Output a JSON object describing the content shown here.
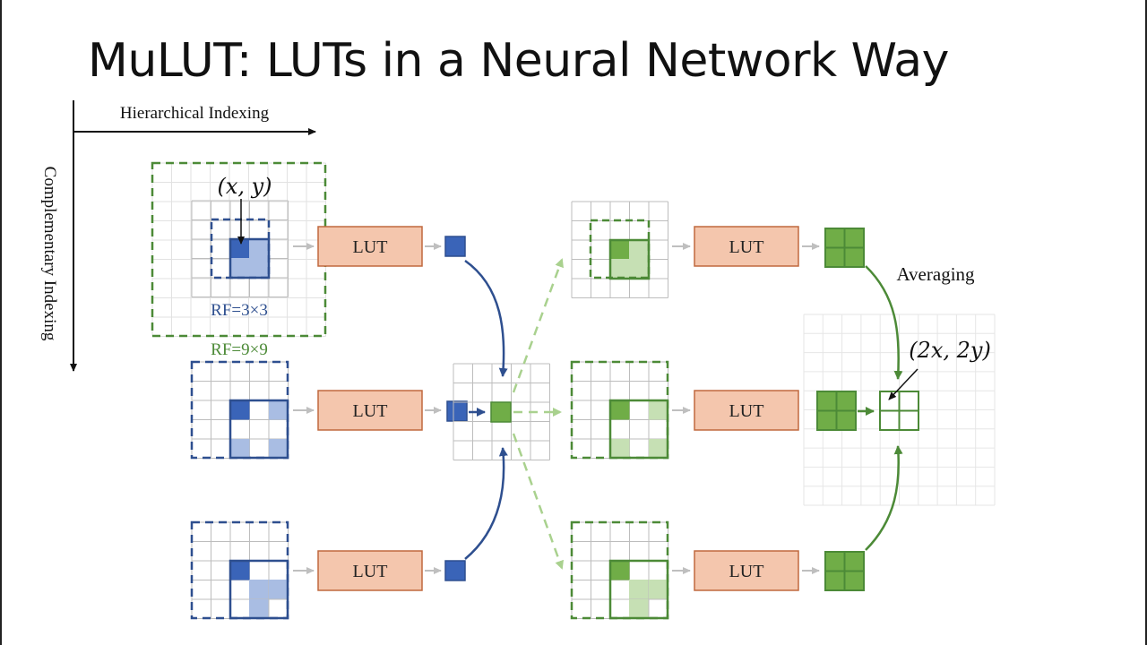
{
  "title": "MuLUT: LUTs in a Neural Network Way",
  "axes": {
    "horizontal_label": "Hierarchical Indexing",
    "vertical_label": "Complementary Indexing"
  },
  "labels": {
    "coord_xy": "(x, y)",
    "rf_small": "RF=3×3",
    "rf_large": "RF=9×9",
    "averaging": "Averaging",
    "coord_2x2y": "(2x, 2y)"
  },
  "lut_labels": [
    "LUT",
    "LUT",
    "LUT",
    "LUT",
    "LUT",
    "LUT"
  ],
  "colors": {
    "blue_dark": "#2e4f8f",
    "blue_fill": "#3a64b8",
    "blue_light": "#a9bde3",
    "green_dark": "#4c8a37",
    "green_fill": "#70ad47",
    "green_light": "#c6e0b4",
    "lut_fill": "#f4c6ad",
    "lut_border": "#c0693f",
    "grid": "#bdbdbd",
    "arrow_gray": "#bfbfbf"
  }
}
